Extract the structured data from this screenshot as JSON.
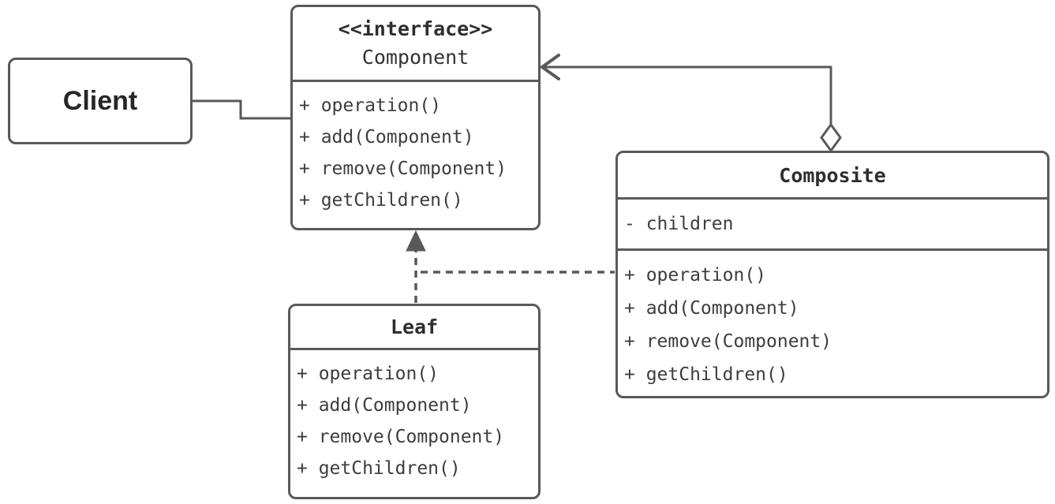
{
  "diagram": {
    "kind": "uml-class-diagram",
    "pattern": "Composite",
    "colors": {
      "stroke": "#595959",
      "title_text": "#2e2e2e",
      "member_text": "#3d3d3d",
      "background": "#ffffff"
    },
    "classes": {
      "client": {
        "title": "Client"
      },
      "component": {
        "stereotype": "<<interface>>",
        "title": "Component",
        "methods": [
          "+ operation()",
          "+ add(Component)",
          "+ remove(Component)",
          "+ getChildren()"
        ]
      },
      "composite": {
        "title": "Composite",
        "attributes": [
          "- children"
        ],
        "methods": [
          "+ operation()",
          "+ add(Component)",
          "+ remove(Component)",
          "+ getChildren()"
        ]
      },
      "leaf": {
        "title": "Leaf",
        "methods": [
          "+ operation()",
          "+ add(Component)",
          "+ remove(Component)",
          "+ getChildren()"
        ]
      }
    },
    "relationships": [
      {
        "from": "Client",
        "to": "Component",
        "type": "association",
        "line": "solid",
        "arrow": "none"
      },
      {
        "from": "Composite",
        "to": "Component",
        "type": "aggregation",
        "line": "solid",
        "arrow": "open-arrow",
        "tail": "hollow-diamond"
      },
      {
        "from": "Leaf",
        "to": "Component",
        "type": "realization",
        "line": "dashed",
        "arrow": "triangle"
      },
      {
        "from": "Composite",
        "to": "Component",
        "type": "realization",
        "line": "dashed",
        "arrow": "joins-leaf-realization"
      }
    ]
  }
}
